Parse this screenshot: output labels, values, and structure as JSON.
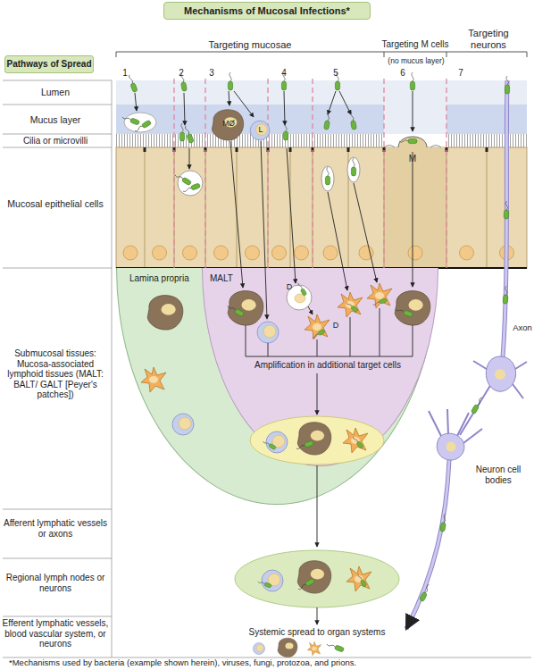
{
  "diagram": {
    "title": "Mechanisms of Mucosal Infections*",
    "caption": "*Mechanisms used by bacteria (example shown herein), viruses, fungi, protozoa, and prions.",
    "nodes": [
      {
        "text": [
          "Pathways of Spread"
        ]
      },
      {
        "text": [
          "Lamina propria"
        ]
      },
      {
        "text": [
          "MALT",
          "Amplification in additional target cells"
        ],
        "in": 1
      }
    ],
    "labels": [
      "Targeting mucosae",
      "Targeting M cells",
      "(no mucus layer)",
      "Targeting neurons",
      "1",
      "2",
      "3",
      "4",
      "5",
      "6",
      "7",
      "Lumen",
      "Mucus layer",
      "Cilia or microvilli",
      "Mucosal epithelial cells",
      "Submucosal tissues: Mucosa-associated lymphoid tissues (MALT: BALT/ GALT [Peyer's patches])",
      "Afferent lymphatic vessels or axons",
      "Regional lymph nodes or neurons",
      "Efferent lymphatic vessels, blood vascular system, or neurons",
      "MØ",
      "L",
      "M",
      "D",
      "D",
      "Axon",
      "Neuron cell bodies",
      "Systemic spread to organ systems"
    ]
  }
}
